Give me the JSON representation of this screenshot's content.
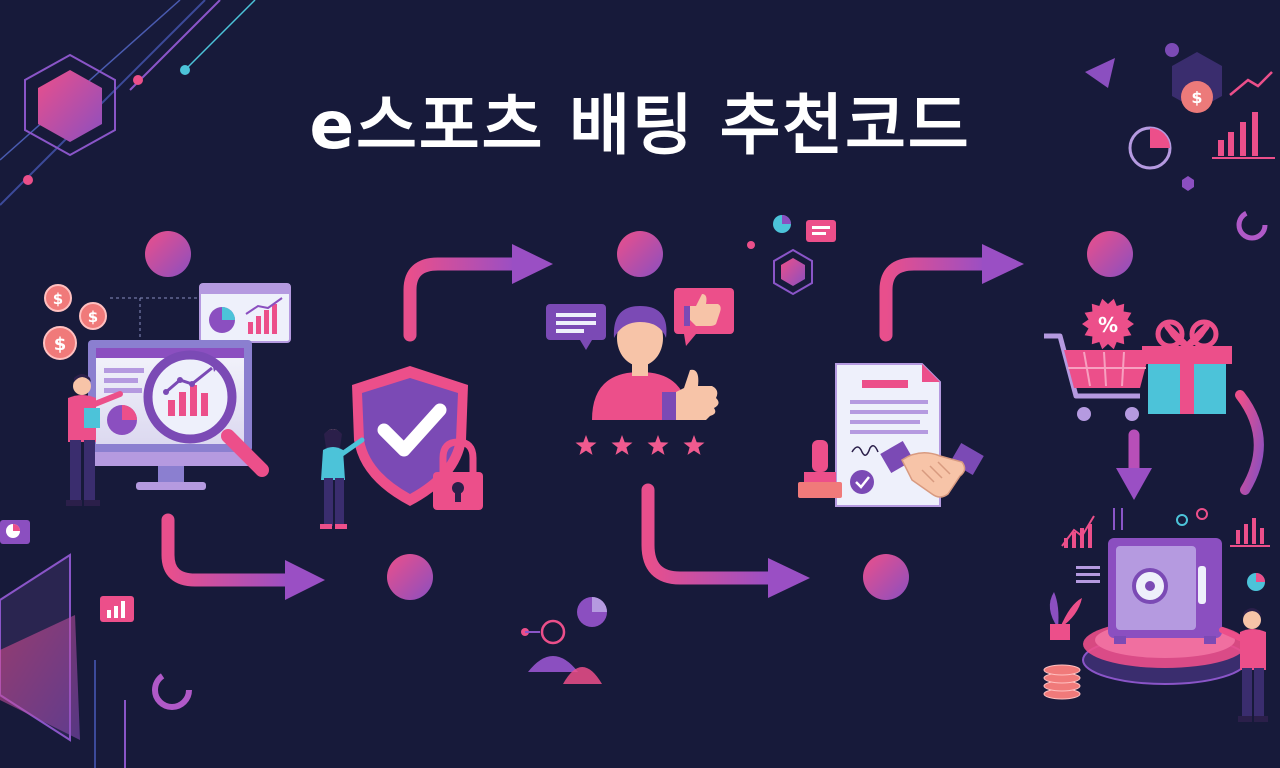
{
  "title": "e스포츠 배팅 추천코드",
  "colors": {
    "background": "#171a3a",
    "pink": "#ec4f8a",
    "purple": "#7b4ab5",
    "lavender": "#b59ae0",
    "light": "#eef2fb",
    "teal": "#4cc3d9",
    "skin": "#f7c4a8",
    "star": "#f05a8f"
  },
  "steps": [
    {
      "name": "analysis-dashboard",
      "icons": [
        "monitor-icon",
        "magnifier-icon",
        "coin-icon",
        "analyst-person-icon"
      ]
    },
    {
      "name": "security",
      "icons": [
        "shield-check-icon",
        "padlock-icon",
        "woman-person-icon"
      ]
    },
    {
      "name": "user-review",
      "icons": [
        "user-avatar-icon",
        "thumbs-up-icon",
        "speech-bubble-icon",
        "star-rating-icon"
      ]
    },
    {
      "name": "agreement",
      "icons": [
        "contract-document-icon",
        "handshake-icon",
        "stamp-icon"
      ]
    },
    {
      "name": "rewards",
      "icons": [
        "shopping-cart-icon",
        "gift-box-icon",
        "percent-badge-icon",
        "safe-vault-icon"
      ]
    }
  ],
  "rating": {
    "stars": 4
  }
}
